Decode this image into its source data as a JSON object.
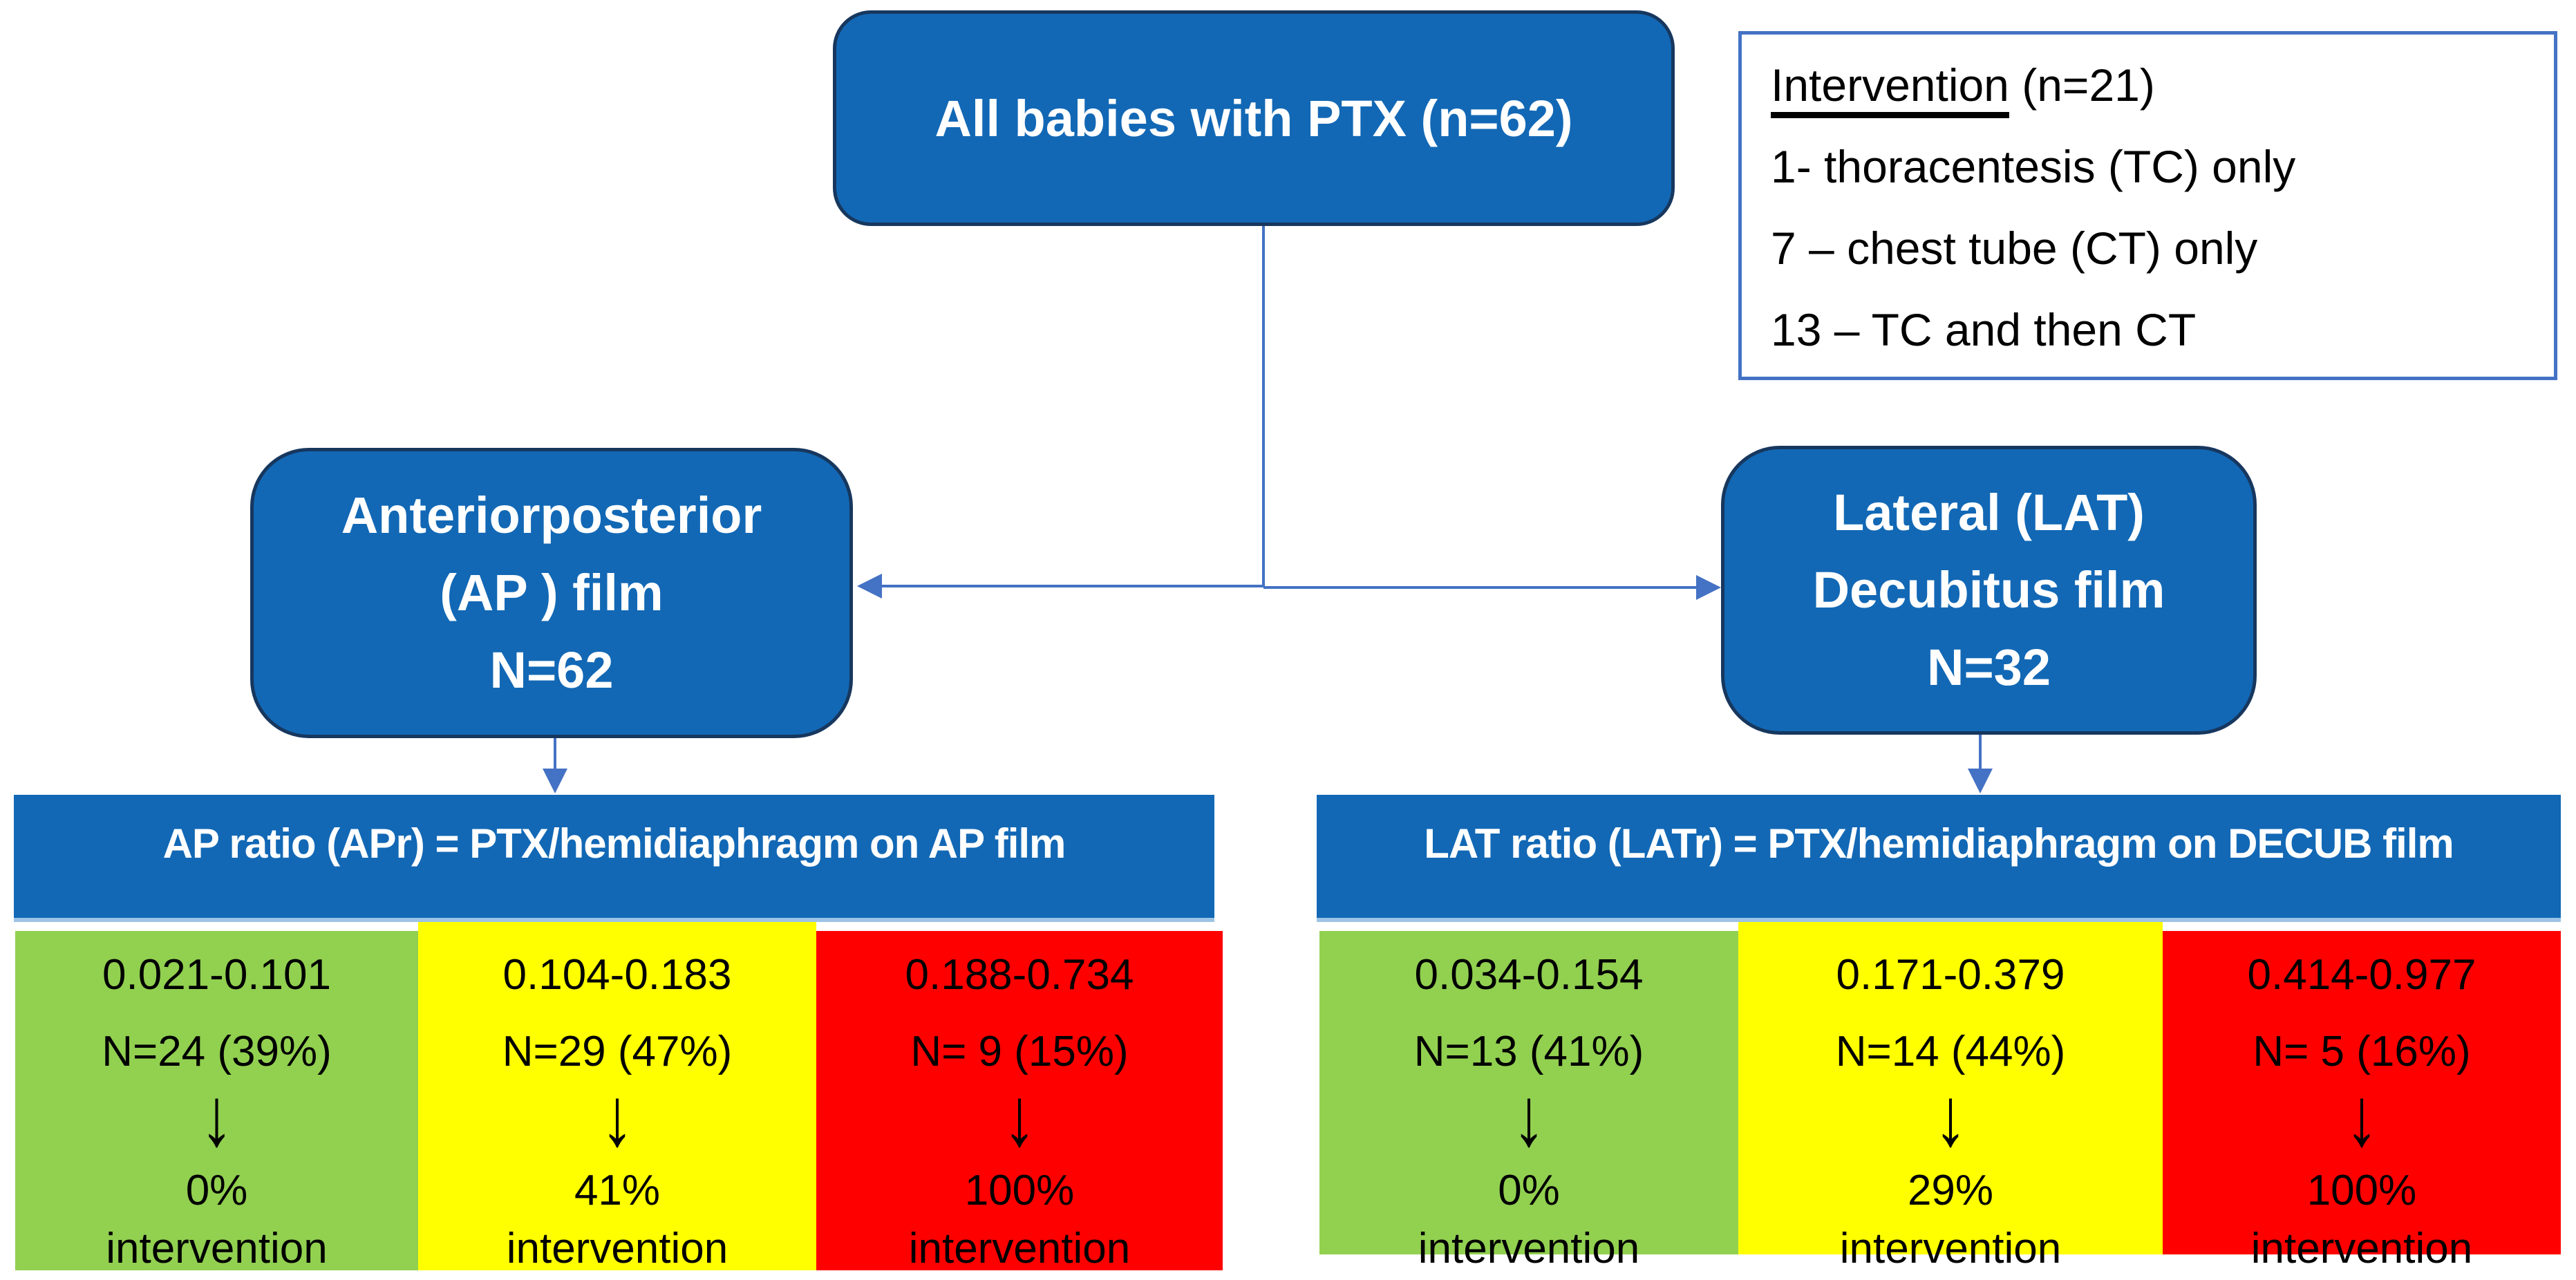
{
  "colors": {
    "box_blue": "#1268b5",
    "box_border": "#17375e",
    "light_blue": "#9dc3e6",
    "note_border": "#4472c4",
    "connector": "#4472c4",
    "green": "#92d050",
    "yellow": "#ffff00",
    "red": "#ff0000"
  },
  "root_box": {
    "label": "All babies with PTX (n=62)"
  },
  "intervention_note": {
    "title": "Intervention",
    "suffix": " (n=21)",
    "lines": [
      "1- thoracentesis (TC) only",
      "7 – chest tube (CT) only",
      "13 – TC and then CT"
    ]
  },
  "branches": [
    {
      "id": "ap",
      "box_lines": [
        "Anteriorposterior",
        "(AP ) film",
        "N=62"
      ],
      "header": "AP ratio (APr) = PTX/hemidiaphragm on AP film",
      "cells": [
        {
          "color": "green",
          "range": "0.021-0.101",
          "n": "N=24 (39%)",
          "arrow": "↓",
          "pct": "0%",
          "label": "intervention"
        },
        {
          "color": "yellow",
          "range": "0.104-0.183",
          "n": "N=29 (47%)",
          "arrow": "↓",
          "pct": "41%",
          "label": "intervention"
        },
        {
          "color": "red",
          "range": "0.188-0.734",
          "n": "N= 9 (15%)",
          "arrow": "↓",
          "pct": "100%",
          "label": "intervention"
        }
      ]
    },
    {
      "id": "lat",
      "box_lines": [
        "Lateral (LAT)",
        "Decubitus film",
        "N=32"
      ],
      "header": "LAT ratio (LATr) = PTX/hemidiaphragm on DECUB film",
      "cells": [
        {
          "color": "green",
          "range": "0.034-0.154",
          "n": "N=13 (41%)",
          "arrow": "↓",
          "pct": "0%",
          "label": "intervention"
        },
        {
          "color": "yellow",
          "range": "0.171-0.379",
          "n": "N=14 (44%)",
          "arrow": "↓",
          "pct": "29%",
          "label": "intervention"
        },
        {
          "color": "red",
          "range": "0.414-0.977",
          "n": "N= 5 (16%)",
          "arrow": "↓",
          "pct": "100%",
          "label": "intervention"
        }
      ]
    }
  ]
}
